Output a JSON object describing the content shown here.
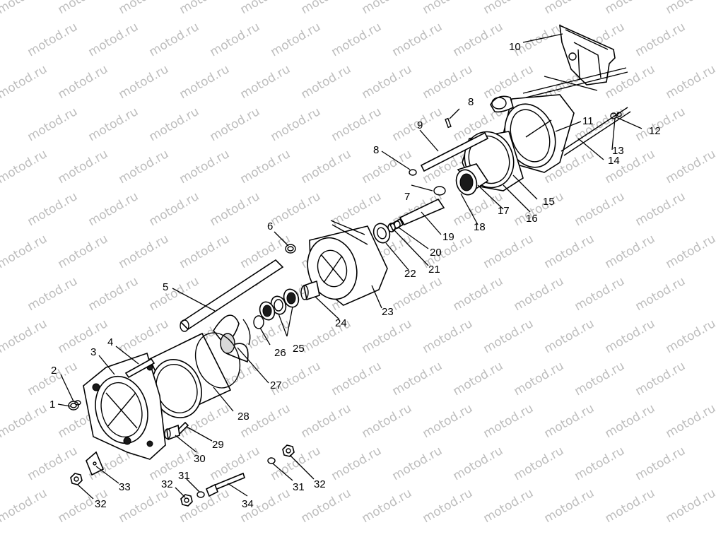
{
  "watermark": "motod.ru",
  "callouts": [
    "1",
    "2",
    "3",
    "4",
    "5",
    "6",
    "7",
    "8",
    "8",
    "9",
    "10",
    "11",
    "12",
    "13",
    "14",
    "15",
    "16",
    "17",
    "18",
    "19",
    "20",
    "21",
    "22",
    "23",
    "24",
    "25",
    "26",
    "27",
    "28",
    "29",
    "30",
    "31",
    "31",
    "32",
    "32",
    "32",
    "33",
    "34"
  ]
}
